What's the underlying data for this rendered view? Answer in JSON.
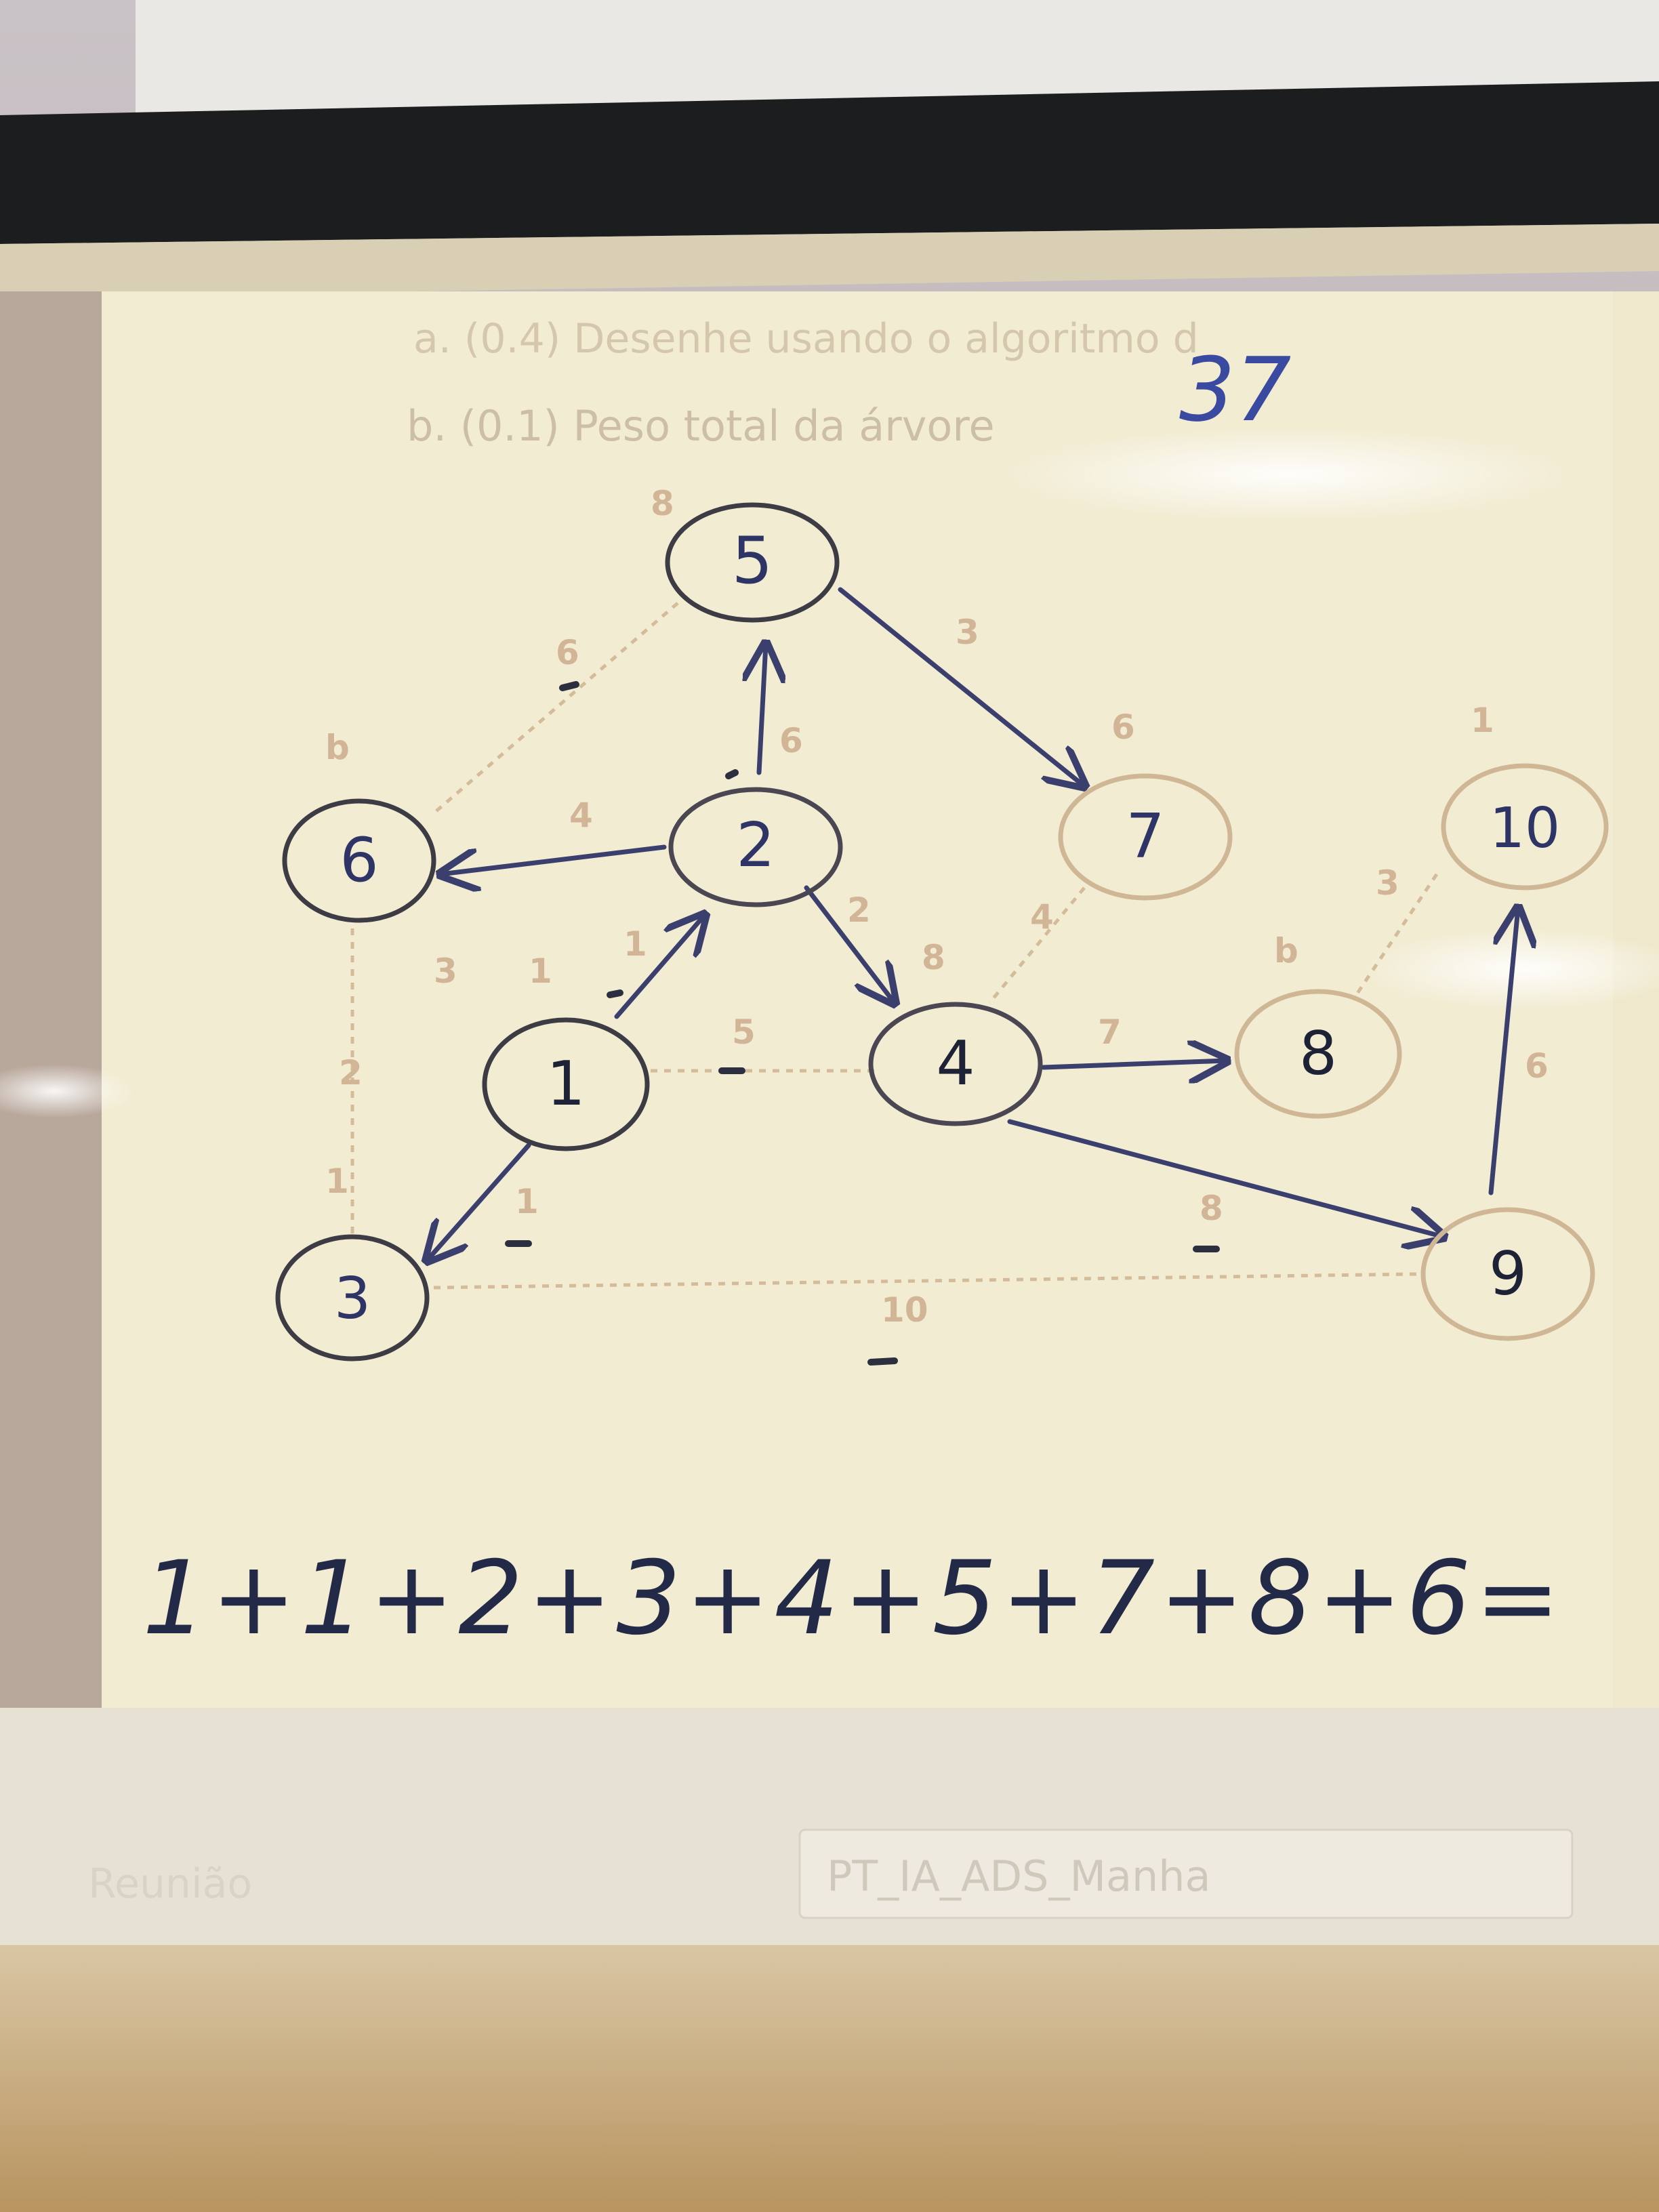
{
  "slide": {
    "item_a": "a. (0.4) Desenhe usando o algoritmo d",
    "item_b": "b. (0.1) Peso total da árvore",
    "taskbar_left": "Reunião",
    "taskbar_tab": "PT_IA_ADS_Manha"
  },
  "handwriting": {
    "total": "37",
    "sum": "1+1+2+3+4+5+7+8+6="
  },
  "graph": {
    "nodes": [
      {
        "id": "n1",
        "label": "1",
        "marked": true
      },
      {
        "id": "n2",
        "label": "2",
        "marked": true
      },
      {
        "id": "n3",
        "label": "3",
        "marked": true
      },
      {
        "id": "n4",
        "label": "4",
        "marked": true
      },
      {
        "id": "n5",
        "label": "5",
        "marked": true
      },
      {
        "id": "n6",
        "label": "6",
        "marked": true
      },
      {
        "id": "n7",
        "label": "7",
        "marked": false
      },
      {
        "id": "n8",
        "label": "8",
        "marked": false
      },
      {
        "id": "n9",
        "label": "9",
        "marked": false
      },
      {
        "id": "n10",
        "label": "10",
        "marked": false
      }
    ],
    "edges_selected": [
      {
        "from": "1",
        "to": "2"
      },
      {
        "from": "1",
        "to": "3"
      },
      {
        "from": "2",
        "to": "4"
      },
      {
        "from": "2",
        "to": "5"
      },
      {
        "from": "2",
        "to": "6"
      },
      {
        "from": "4",
        "to": "8"
      },
      {
        "from": "4",
        "to": "9"
      },
      {
        "from": "5",
        "to": "7"
      },
      {
        "from": "9",
        "to": "10"
      }
    ],
    "edges_faint": [
      {
        "from": "1",
        "to": "4"
      },
      {
        "from": "3",
        "to": "9"
      },
      {
        "from": "5",
        "to": "6"
      },
      {
        "from": "4",
        "to": "7"
      },
      {
        "from": "8",
        "to": "10"
      },
      {
        "from": "6",
        "to": "3"
      }
    ]
  },
  "colors": {
    "ink": "#2e3566",
    "ink_dark": "#1d2236",
    "paper": "#f0ead0",
    "faint": "#c8ab88"
  }
}
